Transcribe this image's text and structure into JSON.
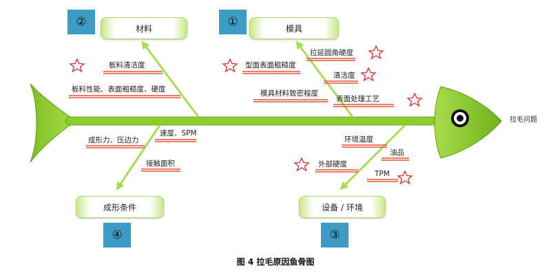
{
  "diagram": {
    "effect": "拉毛问题",
    "caption": "图 4  拉毛原因鱼骨图",
    "categories": [
      {
        "number": "②",
        "label": "材料",
        "causes": [
          {
            "text": "板料清洁度",
            "star": true
          },
          {
            "text": "板料性能、表面粗糙度、硬度",
            "star": false
          }
        ]
      },
      {
        "number": "①",
        "label": "模具",
        "causes": [
          {
            "text": "拉延圆角硬度",
            "star": true
          },
          {
            "text": "型面表面粗糙度",
            "star": true
          },
          {
            "text": "清洁度",
            "star": true
          },
          {
            "text": "模具材料致密程度",
            "star": false
          },
          {
            "text": "表面处理工艺",
            "star": true
          }
        ]
      },
      {
        "number": "④",
        "label": "成形条件",
        "causes": [
          {
            "text": "速度、SPM",
            "star": false
          },
          {
            "text": "成形力、压边力",
            "star": false
          },
          {
            "text": "接触面积",
            "star": false
          }
        ]
      },
      {
        "number": "③",
        "label": "设备 / 环境",
        "causes": [
          {
            "text": "环境温度",
            "star": false
          },
          {
            "text": "油品",
            "star": false
          },
          {
            "text": "外部硬度",
            "star": true
          },
          {
            "text": "TPM",
            "star": true
          }
        ]
      }
    ]
  },
  "colors": {
    "bone": "#8ccc2e",
    "bone_dark": "#5e9a17",
    "arrow": "#a6dd55",
    "underline_red": "#e0533a",
    "star": "#d92b2b",
    "number_box": "#3d9cc4"
  }
}
